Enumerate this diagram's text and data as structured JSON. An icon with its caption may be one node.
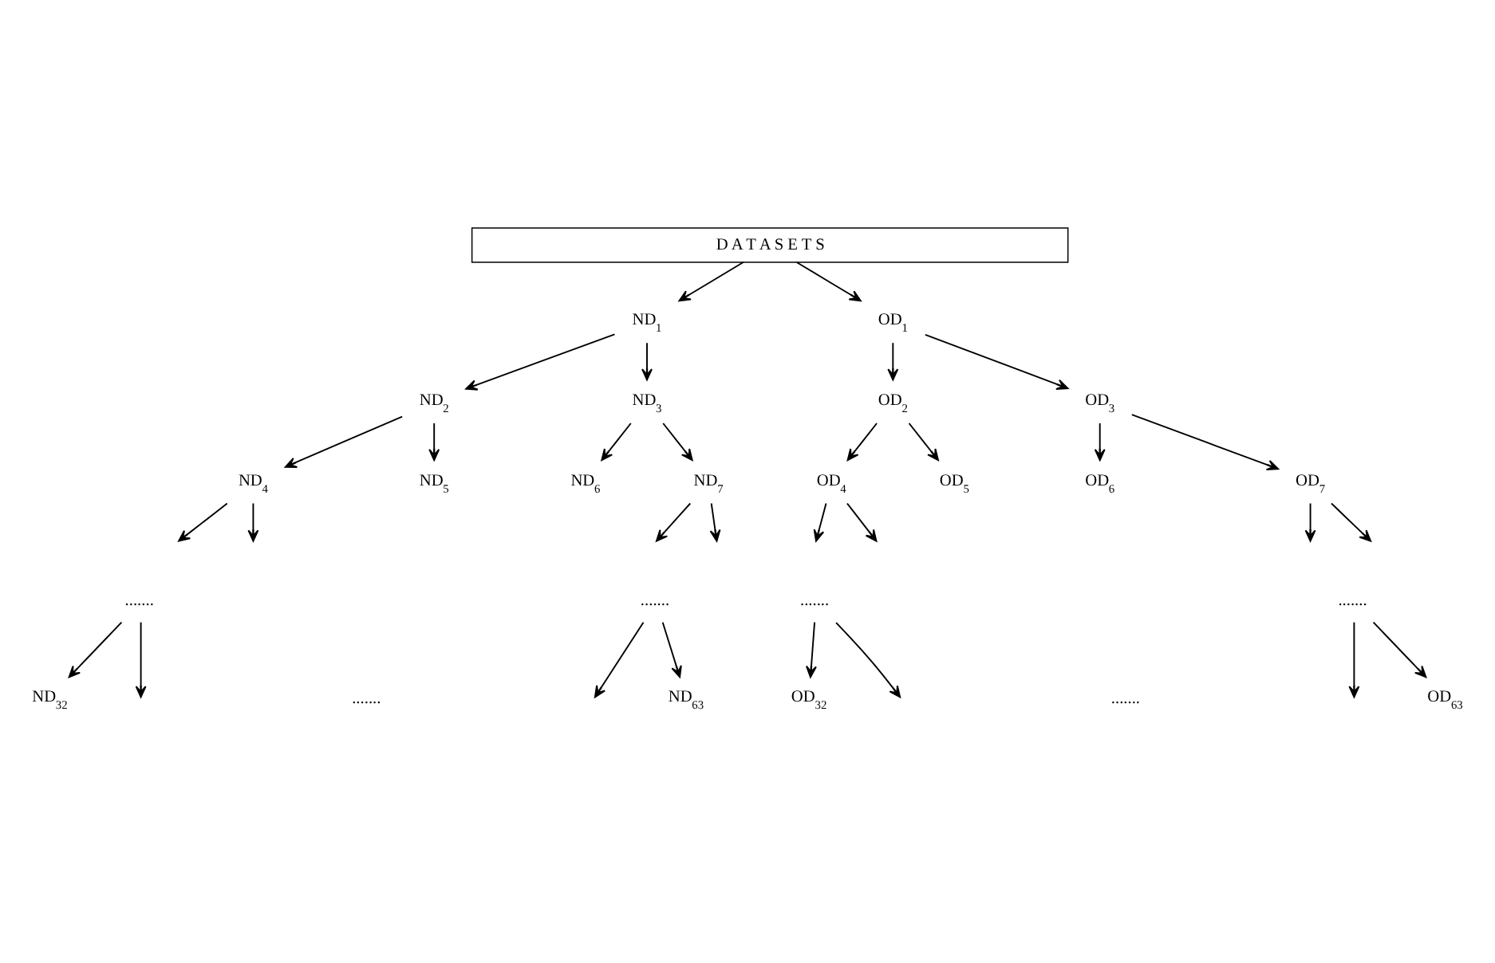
{
  "diagram": {
    "nodes": [
      {
        "text": [
          "D A T A S E T S"
        ]
      },
      {
        "text": [
          "ND$_{1}$"
        ]
      },
      {
        "text": [
          "OD$_{1}$"
        ]
      },
      {
        "text": [
          "ND$_{2}$"
        ]
      },
      {
        "text": [
          "ND$_{3}$"
        ]
      },
      {
        "text": [
          "OD$_{2}$"
        ]
      },
      {
        "text": [
          "OD$_{3}$"
        ]
      },
      {
        "text": [
          "ND$_{4}$"
        ]
      },
      {
        "text": [
          "ND$_{5}$"
        ]
      },
      {
        "text": [
          "ND$_{6}$"
        ]
      },
      {
        "text": [
          "ND$_{7}$"
        ]
      },
      {
        "text": [
          "OD$_{4}$"
        ]
      },
      {
        "text": [
          "OD$_{5}$"
        ]
      },
      {
        "text": [
          "OD$_{6}$"
        ]
      },
      {
        "text": [
          "OD$_{7}$"
        ]
      },
      {
        "text": [
          "......."
        ]
      },
      {
        "text": [
          "......."
        ]
      },
      {
        "text": [
          "......."
        ]
      },
      {
        "text": [
          "......."
        ]
      },
      {
        "text": [
          "ND$_{32}$"
        ]
      },
      {
        "text": [
          "ND$_{63}$"
        ]
      },
      {
        "text": [
          "OD$_{32}$"
        ]
      },
      {
        "text": [
          "OD$_{63}$"
        ]
      }
    ],
    "edges": [
      {
        "from": 0,
        "to": 1,
        "arrow": "to"
      },
      {
        "from": 0,
        "to": 2,
        "arrow": "to"
      },
      {
        "from": 1,
        "to": 3,
        "arrow": "to"
      },
      {
        "from": 1,
        "to": 4,
        "arrow": "to"
      },
      {
        "from": 2,
        "to": 5,
        "arrow": "to"
      },
      {
        "from": 2,
        "to": 6,
        "arrow": "to"
      },
      {
        "from": 3,
        "to": 7,
        "arrow": "to"
      },
      {
        "from": 3,
        "to": 8,
        "arrow": "to"
      },
      {
        "from": 4,
        "to": 9,
        "arrow": "to"
      },
      {
        "from": 4,
        "to": 10,
        "arrow": "to"
      },
      {
        "from": 5,
        "to": 11,
        "arrow": "to"
      },
      {
        "from": 5,
        "to": 12,
        "arrow": "to"
      },
      {
        "from": 6,
        "to": 13,
        "arrow": "to"
      },
      {
        "from": 6,
        "to": 14,
        "arrow": "to"
      },
      {
        "from": 7,
        "to": null,
        "arrow": "to"
      },
      {
        "from": 7,
        "to": null,
        "arrow": "to"
      },
      {
        "from": 10,
        "to": null,
        "arrow": "to"
      },
      {
        "from": 10,
        "to": null,
        "arrow": "to"
      },
      {
        "from": 11,
        "to": null,
        "arrow": "to"
      },
      {
        "from": 11,
        "to": null,
        "arrow": "to"
      },
      {
        "from": 14,
        "to": null,
        "arrow": "to"
      },
      {
        "from": 14,
        "to": null,
        "arrow": "to"
      },
      {
        "from": 15,
        "to": 19,
        "arrow": "to"
      },
      {
        "from": 15,
        "to": null,
        "arrow": "to"
      },
      {
        "from": 16,
        "to": null,
        "arrow": "to"
      },
      {
        "from": 16,
        "to": 20,
        "arrow": "to"
      },
      {
        "from": 17,
        "to": 21,
        "arrow": "to"
      },
      {
        "from": 17,
        "to": null,
        "arrow": "to"
      },
      {
        "from": 18,
        "to": null,
        "arrow": "to"
      },
      {
        "from": 18,
        "to": 22,
        "arrow": "to"
      }
    ],
    "labels": [
      ".......",
      "......."
    ]
  }
}
